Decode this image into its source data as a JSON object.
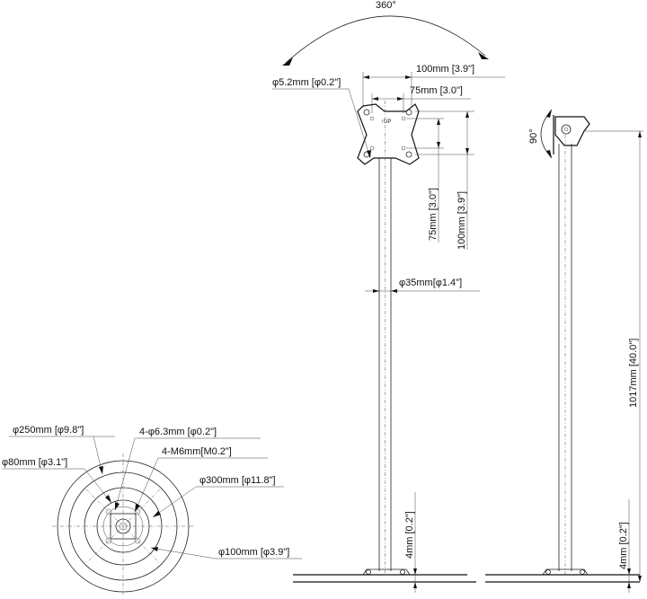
{
  "labels": {
    "rotation": "360°",
    "vesa_100": "100mm [3.9\"]",
    "vesa_75": "75mm [3.0\"]",
    "hole_52": "φ5.2mm [φ0.2\"]",
    "vesa_75_vertical": "75mm [3.0\"]",
    "vesa_100_vertical": "100mm [3.9\"]",
    "pole_diameter": "φ35mm[φ1.4\"]",
    "tilt": "90°",
    "total_height": "1017mm [40.0\"]",
    "base_thickness_front": "4mm [0.2\"]",
    "base_thickness_side": "4mm [0.2\"]",
    "base_250": "φ250mm [φ9.8\"]",
    "base_63": "4-φ6.3mm [φ0.2\"]",
    "base_m6": "4-M6mm[M0.2\"]",
    "base_80": "φ80mm [φ3.1\"]",
    "base_300": "φ300mm [φ11.8\"]",
    "base_100": "φ100mm [φ3.9\"]",
    "up_mark": "↑UP"
  }
}
